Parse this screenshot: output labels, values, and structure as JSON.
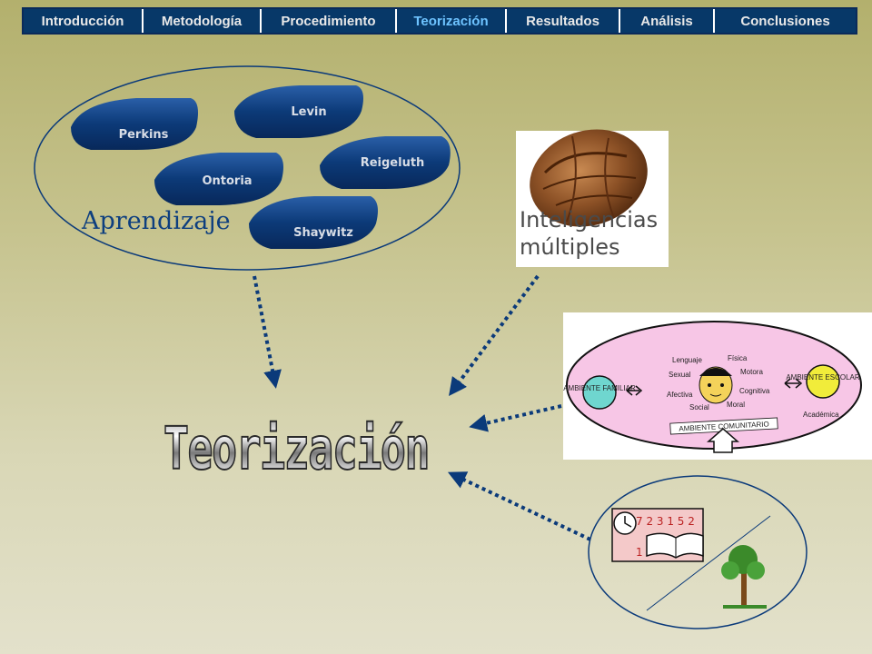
{
  "nav": {
    "tabs": [
      {
        "label": "Introducción",
        "active": false
      },
      {
        "label": "Metodología",
        "active": false
      },
      {
        "label": "Procedimiento",
        "active": false
      },
      {
        "label": "Teorización",
        "active": true
      },
      {
        "label": "Resultados",
        "active": false
      },
      {
        "label": "Análisis",
        "active": false
      },
      {
        "label": "Conclusiones",
        "active": false
      }
    ]
  },
  "learning": {
    "title": "Aprendizaje",
    "authors": [
      "Perkins",
      "Levin",
      "Reigeluth",
      "Ontoria",
      "Shaywitz"
    ]
  },
  "main_title": "Teorización",
  "intelligences": {
    "caption_line1": "Inteligencias",
    "caption_line2": "múltiples"
  },
  "development": {
    "left_env": "AMBIENTE FAMILIAR",
    "right_env": "AMBIENTE ESCOLAR",
    "community": "AMBIENTE COMUNITARIO",
    "dimensions": [
      "Lenguaje",
      "Física",
      "Sexual",
      "Motora",
      "Afectiva",
      "Cognitiva",
      "Social",
      "Moral",
      "Académica"
    ]
  },
  "colors": {
    "nav_bg": "#073868",
    "nav_active_text": "#6ec3ff",
    "arrow": "#0b3a7a",
    "pill": "#0c3a78",
    "pink_bubble": "#f7c6e6"
  },
  "icons": [
    "walnut-image",
    "child-face-icon",
    "clock-icon",
    "open-book-icon",
    "tree-icon"
  ]
}
